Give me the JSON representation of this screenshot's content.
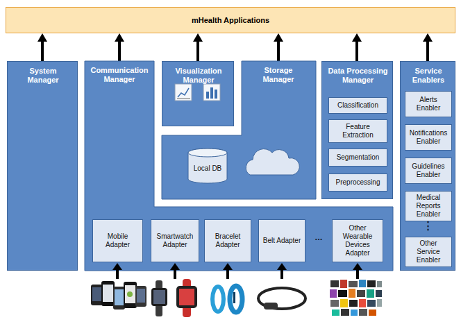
{
  "diagram": {
    "nodes": [
      {
        "text": [
          "mHealth Applications"
        ]
      },
      {
        "text": [
          "System Manager"
        ]
      },
      {
        "text": [
          "Communication Manager"
        ]
      },
      {
        "text": [
          "Mobile Adapter"
        ],
        "in": 2
      },
      {
        "text": [
          "Smartwatch Adapter"
        ],
        "in": 2
      },
      {
        "text": [
          "Bracelet Adapter"
        ],
        "in": 2
      },
      {
        "text": [
          "Belt Adapter"
        ],
        "in": 2
      },
      {
        "text": [
          "Other Wearable Devices Adapter"
        ],
        "in": 2
      },
      {
        "text": [
          "Visualization Manager"
        ]
      },
      {
        "text": [
          "Storage Manager"
        ]
      },
      {
        "text": [
          "Local DB"
        ],
        "in": 9
      },
      {
        "text": [
          "Data Processing Manager"
        ]
      },
      {
        "text": [
          "Classification"
        ],
        "in": 11
      },
      {
        "text": [
          "Feature Extraction"
        ],
        "in": 11
      },
      {
        "text": [
          "Segmentation"
        ],
        "in": 11
      },
      {
        "text": [
          "Preprocessing"
        ],
        "in": 11
      },
      {
        "text": [
          "Service Enablers"
        ]
      },
      {
        "text": [
          "Alerts Enabler"
        ],
        "in": 16
      },
      {
        "text": [
          "Notifications Enabler"
        ],
        "in": 16
      },
      {
        "text": [
          "Guidelines Enabler"
        ],
        "in": 16
      },
      {
        "text": [
          "Medical Reports Enabler"
        ],
        "in": 16
      },
      {
        "text": [
          "Other Service Enabler"
        ],
        "in": 16
      }
    ],
    "edges": [
      {
        "from": 1,
        "to": 0,
        "arrow": "to"
      },
      {
        "from": 2,
        "to": 0,
        "arrow": "to"
      },
      {
        "from": 8,
        "to": 0,
        "arrow": "to"
      },
      {
        "from": 9,
        "to": 0,
        "arrow": "to"
      },
      {
        "from": 11,
        "to": 0,
        "arrow": "to"
      },
      {
        "from": 16,
        "to": 0,
        "arrow": "to"
      }
    ],
    "labels": [
      "...",
      "⋮"
    ]
  }
}
